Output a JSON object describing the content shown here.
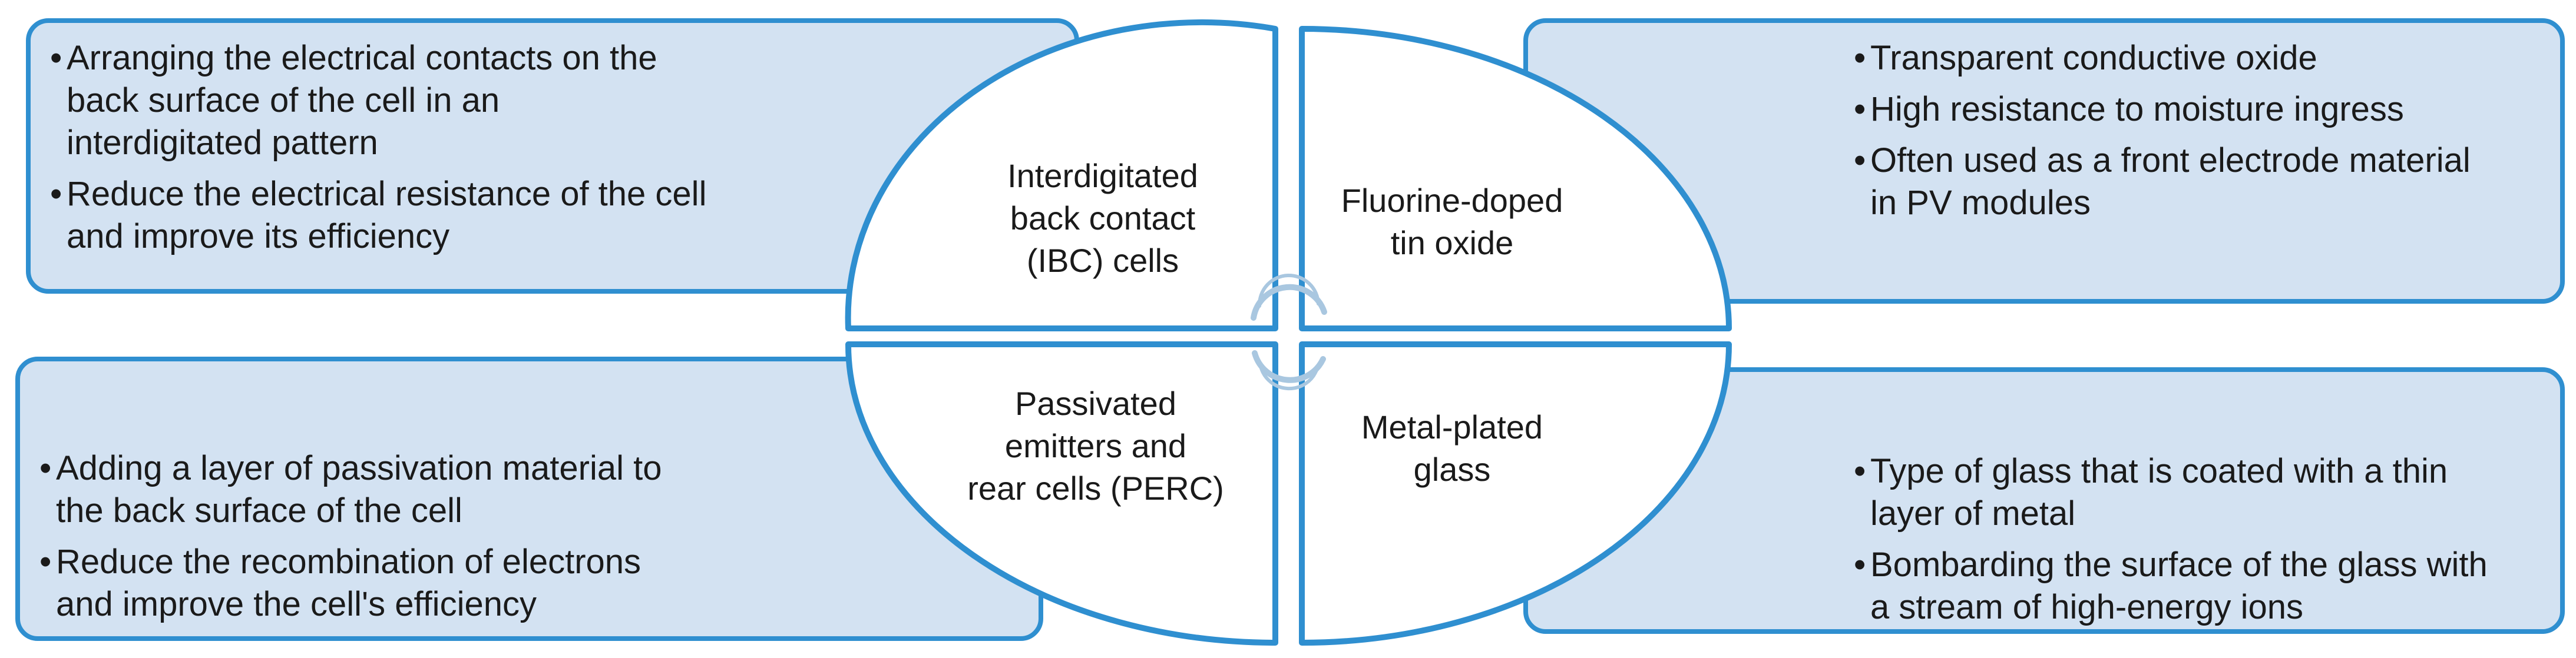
{
  "colors": {
    "box_fill": "#d3e2f2",
    "border": "#2f8fd0",
    "text": "#1a1a1a",
    "white": "#ffffff",
    "ring": "#a9c7e0"
  },
  "quadrants": {
    "top_left": {
      "title_lines": [
        "Interdigitated",
        "back contact",
        "(IBC) cells"
      ],
      "bullets": [
        {
          "lines": [
            "Arranging the electrical contacts on the",
            "back surface of the cell in an",
            "interdigitated pattern"
          ]
        },
        {
          "lines": [
            "Reduce the electrical resistance of the cell",
            "and improve its efficiency"
          ]
        }
      ]
    },
    "top_right": {
      "title_lines": [
        "Fluorine-doped",
        "tin oxide"
      ],
      "bullets": [
        {
          "lines": [
            "Transparent conductive oxide"
          ]
        },
        {
          "lines": [
            "High resistance to moisture ingress"
          ]
        },
        {
          "lines": [
            "Often used as a front electrode material",
            "in PV modules"
          ]
        }
      ]
    },
    "bottom_left": {
      "title_lines": [
        "Passivated",
        "emitters and",
        "rear cells (PERC)"
      ],
      "bullets": [
        {
          "lines": [
            "Adding a layer of passivation material to",
            "the back surface of the cell"
          ]
        },
        {
          "lines": [
            "Reduce the recombination of electrons",
            "and improve the cell's efficiency"
          ]
        }
      ]
    },
    "bottom_right": {
      "title_lines": [
        "Metal-plated",
        "glass"
      ],
      "bullets": [
        {
          "lines": [
            "Type of glass that is coated with a thin",
            "layer of metal"
          ]
        },
        {
          "lines": [
            "Bombarding the surface of the glass with",
            "a stream of high-energy ions"
          ]
        }
      ]
    }
  }
}
